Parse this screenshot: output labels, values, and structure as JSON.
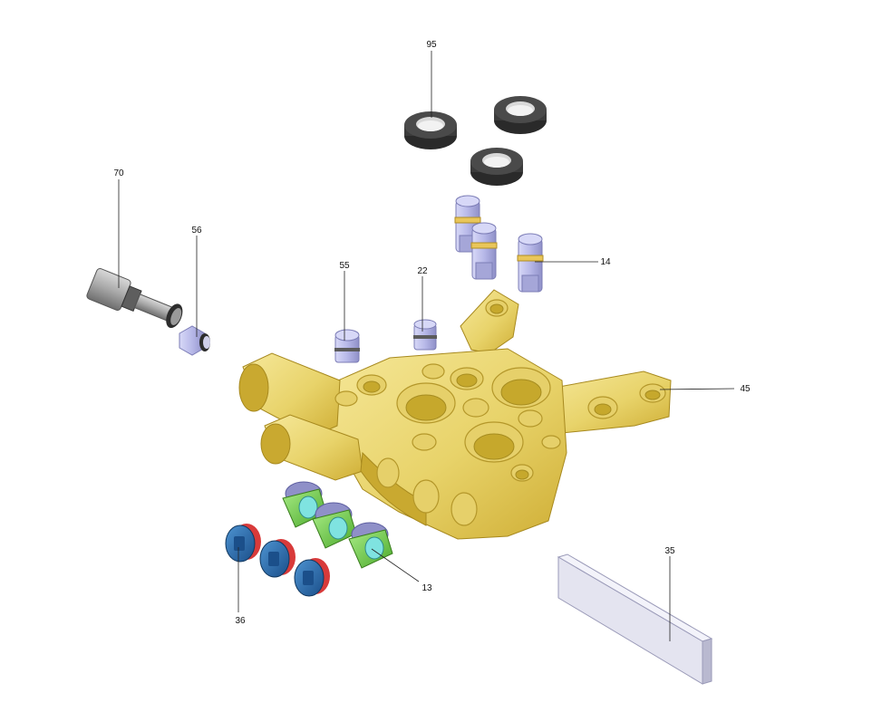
{
  "diagram": {
    "callouts": {
      "p95": "95",
      "p70": "70",
      "p56": "56",
      "p55": "55",
      "p22": "22",
      "p14": "14",
      "p45": "45",
      "p35": "35",
      "p13": "13",
      "p36": "36"
    },
    "colors": {
      "brass": "#e8d36a",
      "seal": "#3b3b3b",
      "valve_lavender": "#b7b8e8",
      "spring_green": "#6fd04a",
      "plug_blue": "#2a6fb0",
      "oring_red": "#d83a3a",
      "plate_gray": "#e4e4f0"
    }
  }
}
